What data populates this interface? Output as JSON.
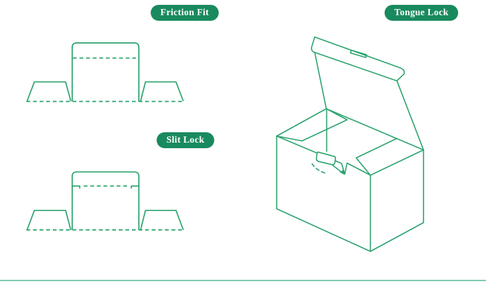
{
  "colors": {
    "background": "#ffffff",
    "badge_green": "#198a5e",
    "badge_text": "#ffffff",
    "line_green": "#2ba36d",
    "divider_green": "#7ec9ac"
  },
  "badges": {
    "friction_fit": {
      "label": "Friction Fit"
    },
    "slit_lock": {
      "label": "Slit Lock"
    },
    "tongue_lock": {
      "label": "Tongue Lock"
    }
  }
}
